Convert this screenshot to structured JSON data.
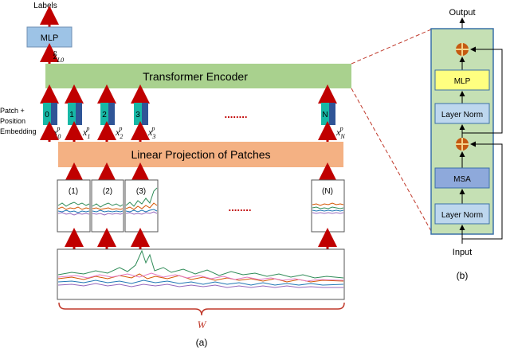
{
  "left_panel": {
    "labels_text": "Labels",
    "mlp_head": "MLP",
    "z_output": "z",
    "z_sup": "p",
    "z_sub": "L0",
    "transformer_encoder": "Transformer Encoder",
    "embedding_label": [
      "Patch +",
      "Position",
      "Embedding"
    ],
    "token_indices": [
      "0",
      "1",
      "2",
      "3",
      "N"
    ],
    "x_var": "x",
    "x_sup": "p",
    "x_subs": [
      "0",
      "1",
      "2",
      "3",
      "N"
    ],
    "ellipsis_tokens": "........",
    "linear_projection": "Linear Projection of Patches",
    "patch_labels": [
      "(1)",
      "(2)",
      "(3)",
      "(N)"
    ],
    "ellipsis_patches": "........",
    "window_label": "W",
    "caption": "(a)"
  },
  "right_panel": {
    "output": "Output",
    "mlp": "MLP",
    "layer_norm_top": "Layer Norm",
    "msa": "MSA",
    "layer_norm_bottom": "Layer Norm",
    "input": "Input",
    "caption": "(b)"
  },
  "colors": {
    "arrow_red": "#c00000",
    "encoder_green": "#a9d18e",
    "projection_orange": "#f4b183",
    "mlp_blue": "#9dc3e6",
    "token_teal": "#17b8a6",
    "token_navy": "#2f5597",
    "panel_green": "#c5e0b4",
    "panel_border": "#3a70a8",
    "yellow_block": "#ffff80",
    "msa_blue": "#8ea9db",
    "layer_norm_blue": "#bdd7ee",
    "add_orange": "#c55a11",
    "brace_red": "#c0392b"
  }
}
